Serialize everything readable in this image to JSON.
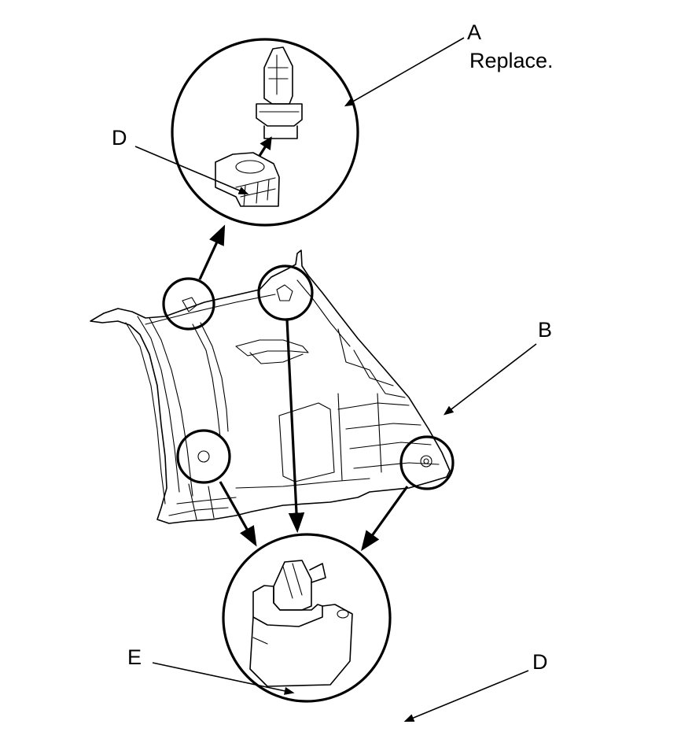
{
  "callouts": {
    "a": "A",
    "a_note": "Replace.",
    "b": "B",
    "d_top": "D",
    "d_bottom": "D",
    "e": "E"
  },
  "colors": {
    "line": "#000000",
    "background": "#ffffff"
  }
}
